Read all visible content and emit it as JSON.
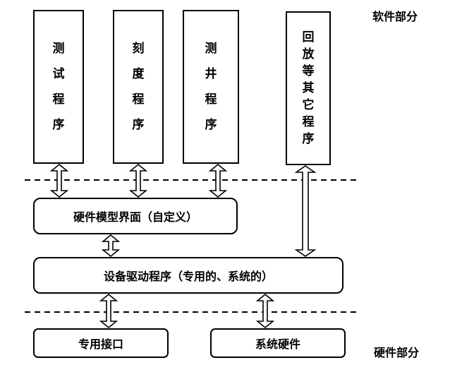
{
  "labels": {
    "software": "软件部分",
    "hardware": "硬件部分"
  },
  "programs": [
    {
      "label": "测试程序"
    },
    {
      "label": "刻度程序"
    },
    {
      "label": "测井程序"
    },
    {
      "label": "回放等其它程序"
    }
  ],
  "layers": {
    "hw_model": "硬件模型界面（自定义）",
    "driver": "设备驱动程序（专用的、系统的）",
    "dedicated_interface": "专用接口",
    "system_hardware": "系统硬件"
  }
}
